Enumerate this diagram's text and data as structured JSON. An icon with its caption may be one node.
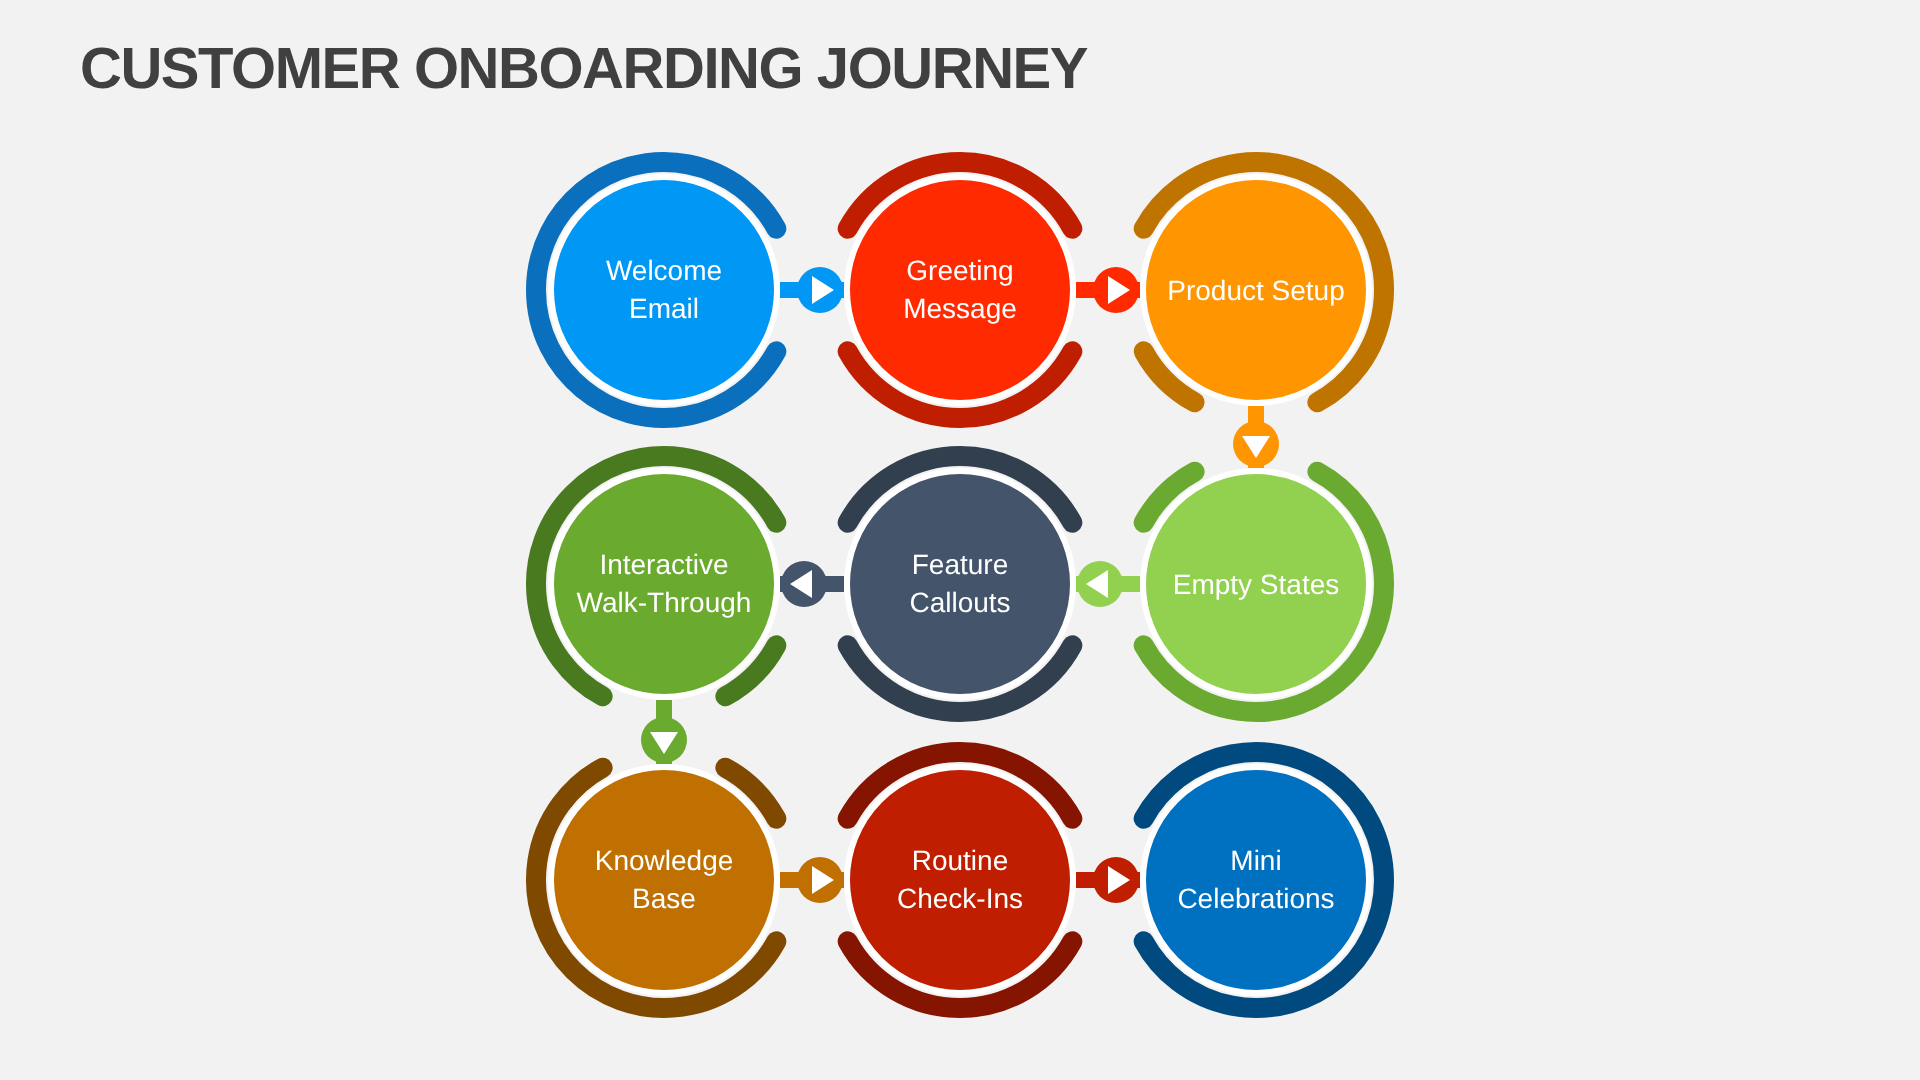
{
  "diagram": {
    "title": "CUSTOMER ONBOARDING JOURNEY",
    "nodes": [
      {
        "text": [
          "Welcome Email"
        ]
      },
      {
        "text": [
          "Greeting Message"
        ]
      },
      {
        "text": [
          "Product Setup"
        ]
      },
      {
        "text": [
          "Interactive Walk-Through"
        ]
      },
      {
        "text": [
          "Feature Callouts"
        ]
      },
      {
        "text": [
          "Empty States"
        ]
      },
      {
        "text": [
          "Knowledge Base"
        ]
      },
      {
        "text": [
          "Routine Check-Ins"
        ]
      },
      {
        "text": [
          "Mini Celebrations"
        ]
      }
    ],
    "edges": [
      {
        "from": 0,
        "to": 1,
        "arrow": "to",
        "color": "#0097f5"
      },
      {
        "from": 1,
        "to": 2,
        "arrow": "to",
        "color": "#ff2a00"
      },
      {
        "from": 2,
        "to": 5,
        "arrow": "to",
        "color": "#ff9500"
      },
      {
        "from": 5,
        "to": 4,
        "arrow": "to",
        "color": "#92d050"
      },
      {
        "from": 4,
        "to": 3,
        "arrow": "to",
        "color": "#44546a"
      },
      {
        "from": 3,
        "to": 6,
        "arrow": "to",
        "color": "#6aaa2e"
      },
      {
        "from": 6,
        "to": 7,
        "arrow": "to",
        "color": "#c07000"
      },
      {
        "from": 7,
        "to": 8,
        "arrow": "to",
        "color": "#c01e00"
      }
    ]
  }
}
